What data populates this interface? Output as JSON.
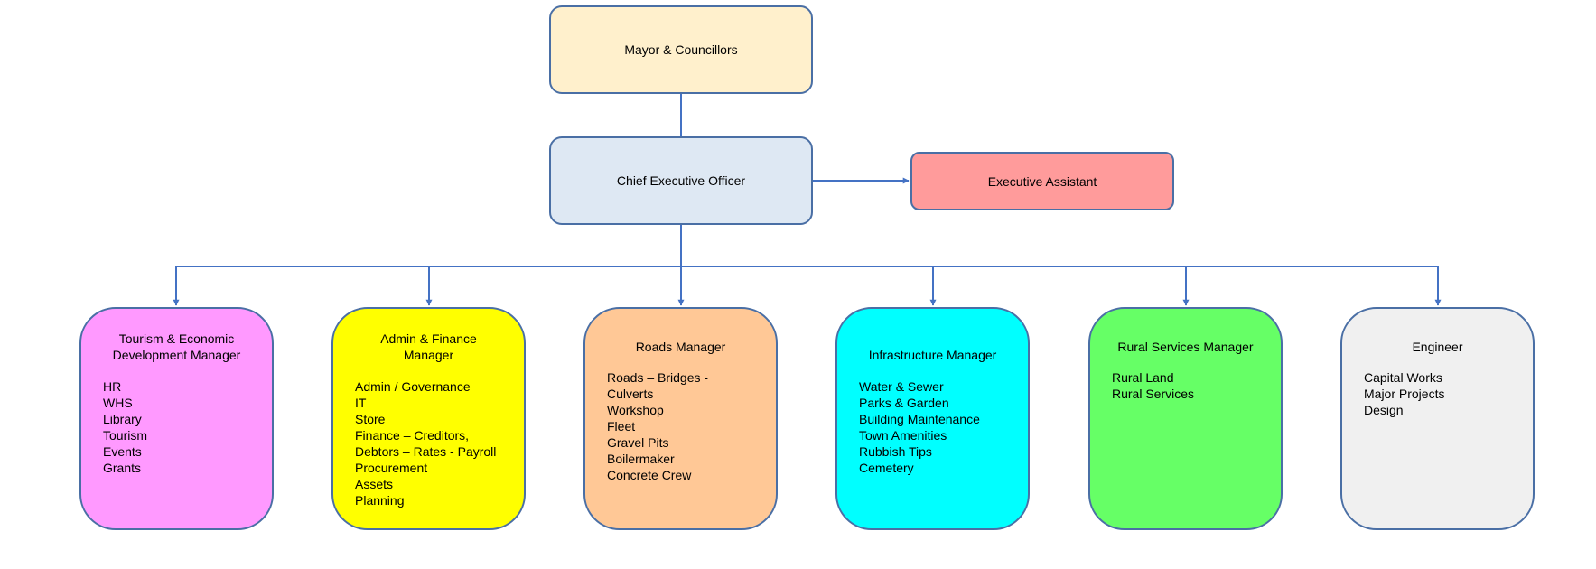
{
  "top": {
    "mayor": "Mayor & Councillors",
    "ceo": "Chief Executive Officer",
    "executive_assistant": "Executive Assistant"
  },
  "departments": [
    {
      "title": "Tourism & Economic Development Manager",
      "color": "#ff99ff",
      "items": [
        "HR",
        "WHS",
        "Library",
        "Tourism",
        "Events",
        "Grants"
      ]
    },
    {
      "title": "Admin & Finance Manager",
      "color": "#ffff00",
      "items": [
        "Admin / Governance",
        "IT",
        "Store",
        "Finance – Creditors,",
        "Debtors – Rates - Payroll",
        "Procurement",
        "Assets",
        "Planning"
      ]
    },
    {
      "title": "Roads Manager",
      "color": "#ffc896",
      "items": [
        "Roads – Bridges - Culverts",
        "Workshop",
        "Fleet",
        "Gravel Pits",
        "Boilermaker",
        "Concrete Crew"
      ]
    },
    {
      "title": "Infrastructure Manager",
      "color": "#00ffff",
      "items": [
        "Water & Sewer",
        "Parks & Garden",
        "Building Maintenance",
        "Town Amenities",
        "Rubbish Tips",
        "Cemetery"
      ]
    },
    {
      "title": "Rural Services Manager",
      "color": "#66ff66",
      "items": [
        "Rural Land",
        "Rural Services"
      ]
    },
    {
      "title": "Engineer",
      "color": "#f0f0f0",
      "items": [
        "Capital Works",
        "Major Projects",
        "Design"
      ]
    }
  ]
}
